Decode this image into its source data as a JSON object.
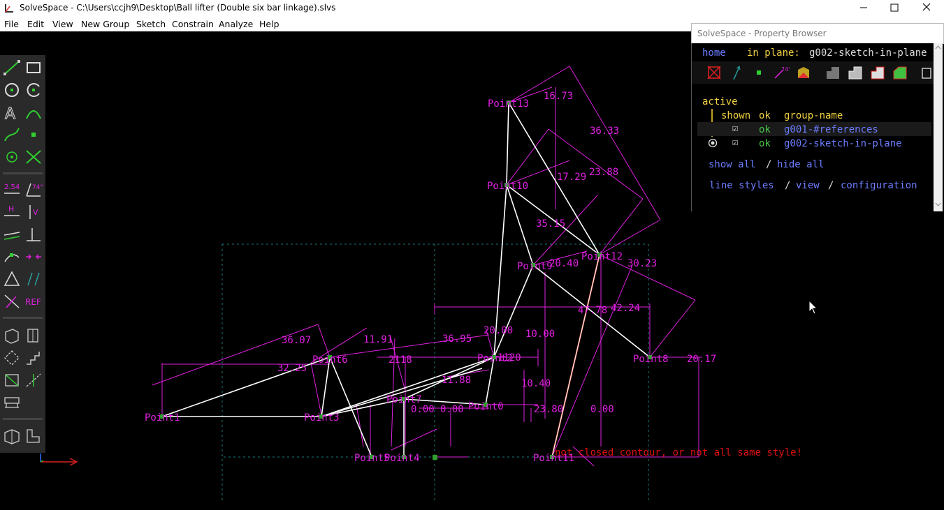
{
  "window": {
    "title": "SolveSpace - C:\\Users\\ccjh9\\Desktop\\Ball lifter (Double six bar linkage).slvs"
  },
  "menu": [
    "File",
    "Edit",
    "View",
    "New Group",
    "Sketch",
    "Constrain",
    "Analyze",
    "Help"
  ],
  "property_browser": {
    "title": "SolveSpace - Property Browser",
    "home": "home",
    "in_plane_label": "in plane:",
    "in_plane_value": "g002-sketch-in-plane",
    "active": "active",
    "header_shown": "shown",
    "header_ok": "ok",
    "header_group": "group-name",
    "groups": [
      {
        "shown": "☑",
        "ok": "ok",
        "name": "g001-#references"
      },
      {
        "shown": "☑",
        "ok": "ok",
        "name": "g002-sketch-in-plane"
      }
    ],
    "show_all": "show all",
    "slash": "/",
    "hide_all": "hide all",
    "line_styles": "line styles",
    "view": "view",
    "configuration": "configuration"
  },
  "toolbar": {
    "dim_label": "2.54",
    "angle_label": "74°",
    "ref_label": "REF"
  },
  "sketch": {
    "points": [
      "Point13",
      "Point10",
      "Point9",
      "Point12",
      "Point6",
      "Point8",
      "Point1",
      "Point3",
      "Point7",
      "Point0",
      "Point5",
      "Point4",
      "Point11",
      "Point2"
    ],
    "dimensions": [
      "16.73",
      "36.33",
      "17.29",
      "23.88",
      "35.15",
      "20.40",
      "30.23",
      "42.24",
      "47.78",
      "36.07",
      "11.91",
      "36.95",
      "20.00",
      "10.00",
      "32.25",
      "2118",
      "1120",
      "11.88",
      "10.40",
      "0.00",
      "0.00",
      "23.80",
      "0.00",
      "20.17"
    ],
    "error_message": "not closed contour, or not all same style!"
  },
  "colors": {
    "constraint": "#e020e0",
    "line": "#ffffff",
    "error": "#e01010",
    "point": "#2ea02e"
  }
}
